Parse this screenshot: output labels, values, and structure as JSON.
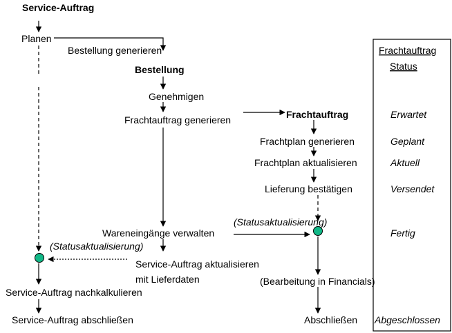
{
  "title": "Service-Auftrag",
  "left": {
    "planen": "Planen",
    "status_update": "(Statusaktualisierung)",
    "nachkalkulieren": "Service-Auftrag nachkalkulieren",
    "abschliessen": "Service-Auftrag abschließen"
  },
  "middle": {
    "bestellung_generieren": "Bestellung generieren",
    "bestellung": "Bestellung",
    "genehmigen": "Genehmigen",
    "frachtauftrag_generieren": "Frachtauftrag generieren",
    "wareneingaenge": "Wareneingänge verwalten",
    "aktualisieren_line1": "Service-Auftrag aktualisieren",
    "aktualisieren_line2": "mit Lieferdaten"
  },
  "right": {
    "frachtauftrag": "Frachtauftrag",
    "frachtplan_generieren": "Frachtplan generieren",
    "frachtplan_aktualisieren": "Frachtplan aktualisieren",
    "lieferung": "Lieferung bestätigen",
    "status_update": "(Statusaktualisierung)",
    "financials": "(Bearbeitung in Financials)",
    "abschliessen": "Abschließen"
  },
  "status_panel": {
    "header1": "Frachtauftrag",
    "header2": "Status",
    "erwartet": "Erwartet",
    "geplant": "Geplant",
    "aktuell": "Aktuell",
    "versendet": "Versendet",
    "fertig": "Fertig",
    "abgeschlossen": "Abgeschlossen"
  },
  "colors": {
    "node_fill": "#11b887",
    "line": "#000000"
  }
}
